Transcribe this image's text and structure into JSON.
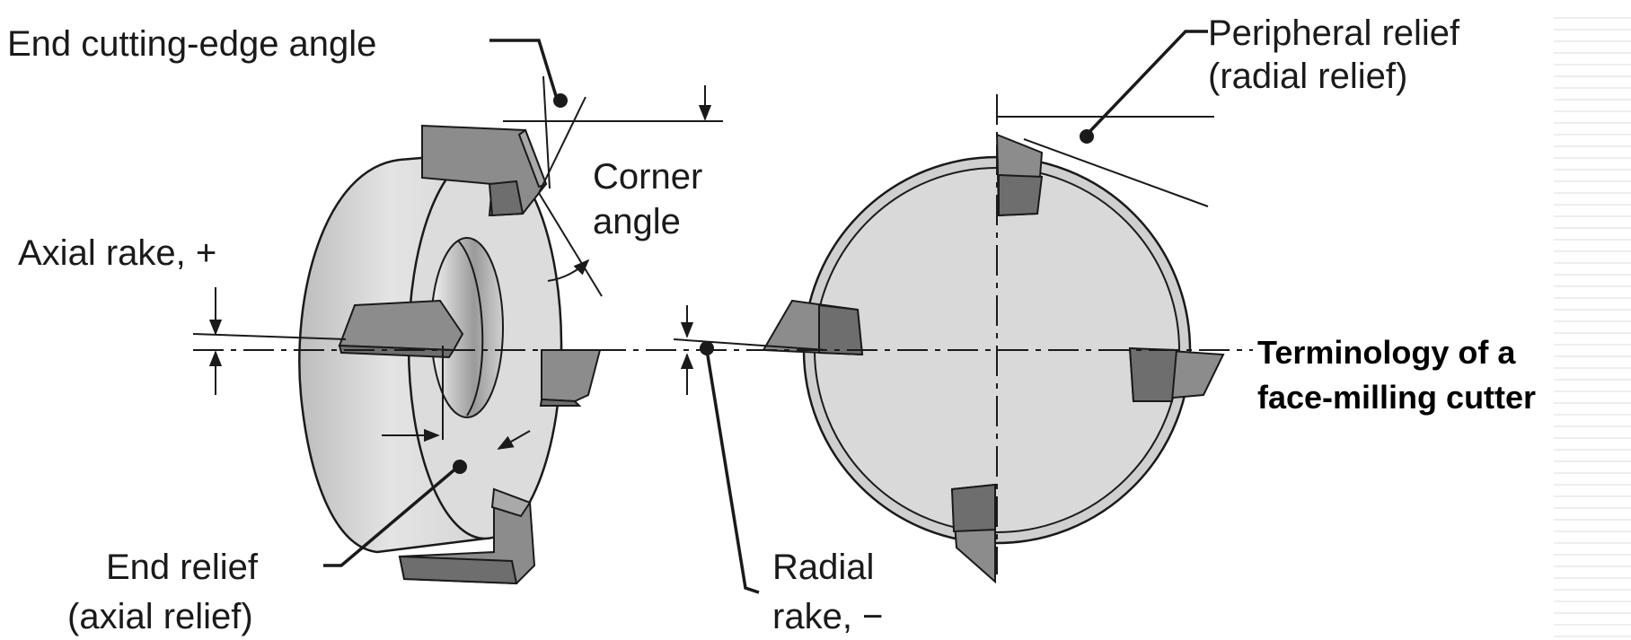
{
  "labels": {
    "end_cutting_edge_angle": "End cutting-edge angle",
    "peripheral_relief_1": "Peripheral relief",
    "peripheral_relief_2": "(radial relief)",
    "corner_angle_1": "Corner",
    "corner_angle_2": "angle",
    "axial_rake": "Axial rake, +",
    "end_relief_1": "End relief",
    "end_relief_2": "(axial relief)",
    "radial_rake_1": "Radial",
    "radial_rake_2": "rake, −"
  },
  "caption": {
    "line1": "Terminology of a",
    "line2": "face-milling cutter"
  },
  "colors": {
    "body_gray": "#d6d6d6",
    "insert_gray": "#8c8c8c",
    "ink": "#1a1a1a"
  }
}
